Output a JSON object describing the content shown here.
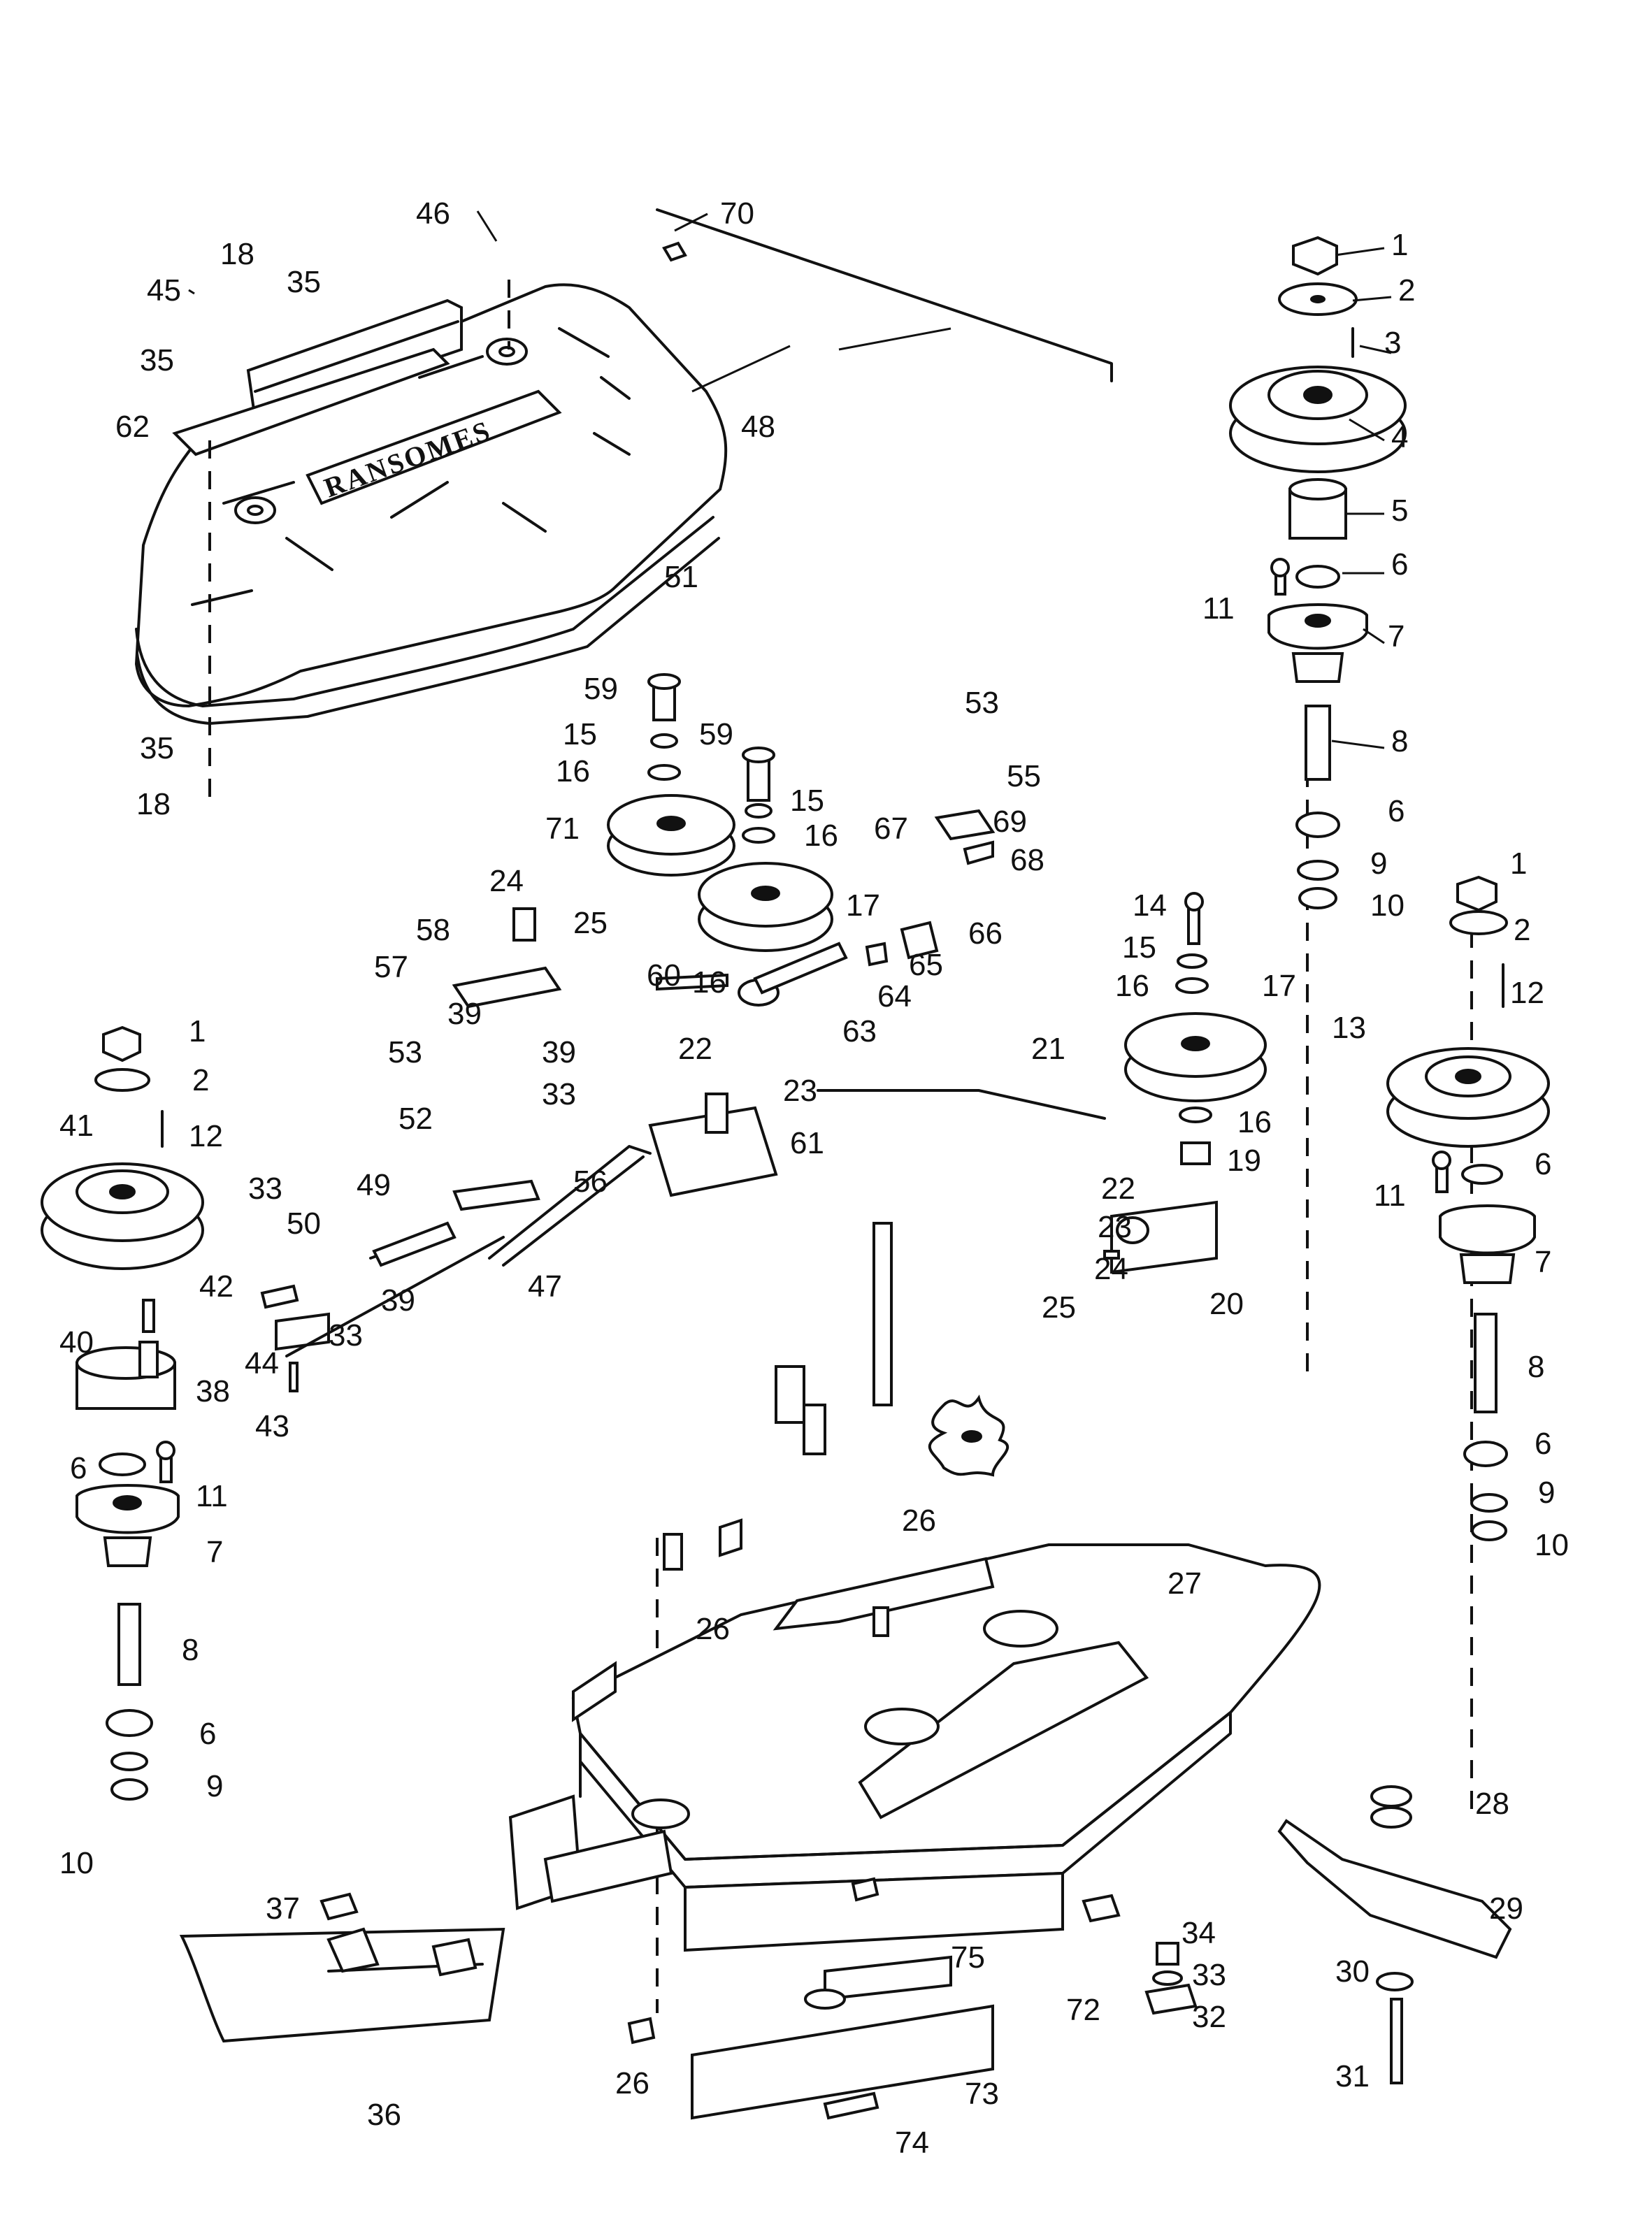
{
  "brand_text": "RANSOMES",
  "callouts": [
    "70",
    "46",
    "18",
    "35",
    "45",
    "35",
    "62",
    "48",
    "51",
    "35",
    "18",
    "1",
    "2",
    "3",
    "4",
    "5",
    "6",
    "11",
    "7",
    "8",
    "6",
    "9",
    "10",
    "59",
    "15",
    "16",
    "71",
    "59",
    "15",
    "16",
    "17",
    "16",
    "24",
    "25",
    "58",
    "57",
    "60",
    "53",
    "69",
    "55",
    "67",
    "68",
    "66",
    "65",
    "64",
    "63",
    "14",
    "15",
    "16",
    "17",
    "16",
    "1",
    "2",
    "12",
    "13",
    "6",
    "11",
    "7",
    "8",
    "6",
    "9",
    "10",
    "1",
    "2",
    "41",
    "12",
    "39",
    "39",
    "53",
    "33",
    "52",
    "22",
    "23",
    "61",
    "56",
    "21",
    "22",
    "19",
    "23",
    "24",
    "25",
    "20",
    "33",
    "50",
    "49",
    "47",
    "42",
    "40",
    "39",
    "33",
    "44",
    "38",
    "43",
    "6",
    "11",
    "7",
    "8",
    "6",
    "9",
    "10",
    "26",
    "26",
    "27",
    "28",
    "29",
    "37",
    "34",
    "33",
    "32",
    "30",
    "75",
    "72",
    "26",
    "73",
    "31",
    "36",
    "74"
  ]
}
